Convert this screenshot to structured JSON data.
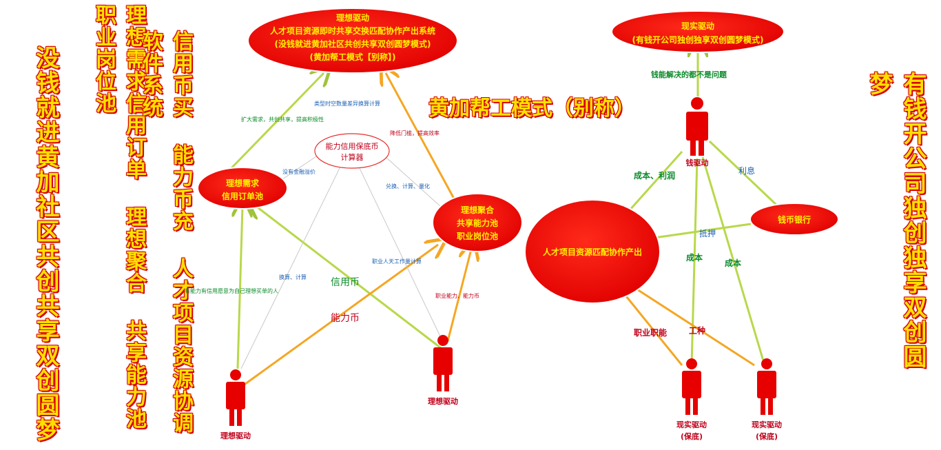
{
  "left_slogans": {
    "col1": "没钱就进黄加社区共创共享双创圆梦",
    "col2": "理想需求信用订单 理想聚合 共享能力池 职业岗位池",
    "col3": "信用币买 能力币充 人才项目资源协调软件系统",
    "right": "有钱开公司独创独享双创圆梦"
  },
  "center_title": "黄加帮工模式（别称）",
  "ideal_top": {
    "lines": [
      "理想驱动",
      "人才项目资源即时共享交换匹配协作产出系统",
      "(没钱就进黄加社区共创共享双创圆梦模式)",
      "(黄加帮工模式【别称】)"
    ]
  },
  "reality_top": {
    "lines": [
      "现实驱动",
      "(有钱开公司独创独享双创圆梦模式)"
    ]
  },
  "calculator": {
    "lines": [
      "能力信用保底币",
      "计算器"
    ]
  },
  "demand_pool": {
    "lines": [
      "理想需求",
      "信用订单池"
    ]
  },
  "ability_pool": {
    "lines": [
      "理想聚合",
      "共享能力池",
      "职业岗位池"
    ]
  },
  "project_output": {
    "label": "人才项目资源匹配协作产出"
  },
  "bank": {
    "label": "钱币银行"
  },
  "persons": {
    "ideal_left": "理想驱动",
    "ideal_right": "理想驱动",
    "money": "钱驱动",
    "reality_left": [
      "现实驱动",
      "(保底)"
    ],
    "reality_right": [
      "现实驱动",
      "(保底)"
    ]
  },
  "edge_labels": {
    "l_expand": "扩大需求，共创共享，提高积极性",
    "l_timespace": "类型时空数量差异换算计算",
    "l_lower": "降低门槛，提高效率",
    "l_nofin": "没有金融溢价",
    "l_exchange": "兑换、计算、量化",
    "l_labor": "职业人天工作量计算",
    "l_convert": "换算、计算",
    "l_credit_person": "有能力有信用愿意为自己理想买单的人",
    "l_ability_post": "职业能力、能力币",
    "credit_coin": "信用币",
    "ability_coin": "能力币",
    "r_money_ok": "钱能解决的都不是问题",
    "r_cost_profit": "成本、利润",
    "r_interest": "利息",
    "r_mortgage": "抵押",
    "r_cost1": "成本",
    "r_cost2": "成本",
    "r_skill": "职业职能",
    "r_worktype": "工种"
  },
  "colors": {
    "red": "#e60000",
    "yellow": "#ffe000",
    "green": "#0a8a2a",
    "blue": "#1a5fb4",
    "line_green": "#b8d84a",
    "line_orange": "#f5a623"
  }
}
